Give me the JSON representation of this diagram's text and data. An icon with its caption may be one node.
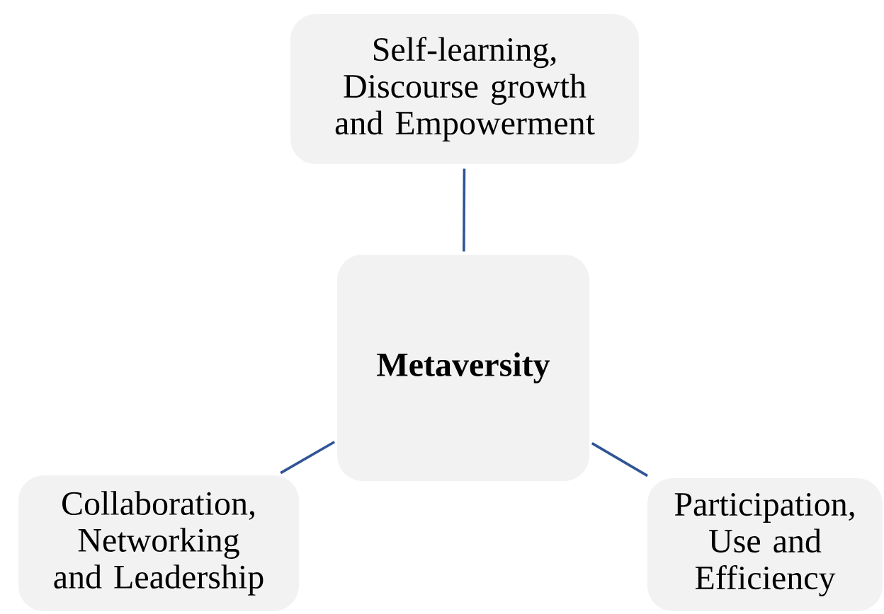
{
  "diagram": {
    "nodes": [
      {
        "text": [
          "Metaversity"
        ]
      },
      {
        "text": [
          "Self-learning, Discourse growth and Empowerment"
        ]
      },
      {
        "text": [
          "Collaboration, Networking and Leadership"
        ]
      },
      {
        "text": [
          "Participation, Use and Efficiency"
        ]
      }
    ],
    "edges": [
      {
        "from": 0,
        "to": 1,
        "arrow": "none"
      },
      {
        "from": 0,
        "to": 2,
        "arrow": "none"
      },
      {
        "from": 0,
        "to": 3,
        "arrow": "none"
      }
    ]
  }
}
